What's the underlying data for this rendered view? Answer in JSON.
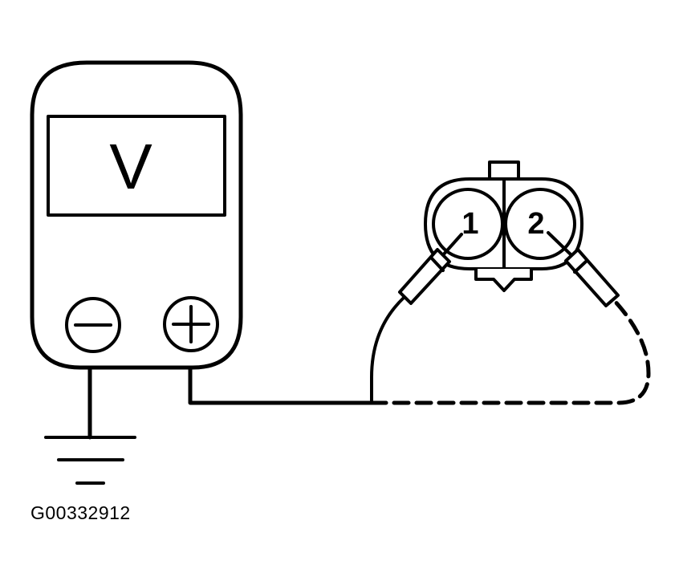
{
  "meter": {
    "display_symbol": "V"
  },
  "connector": {
    "pins": [
      {
        "number": "1"
      },
      {
        "number": "2"
      }
    ]
  },
  "figure_code": "G00332912",
  "colors": {
    "ink": "#000000",
    "background": "#ffffff"
  },
  "icons": {
    "negative_terminal": "minus-circle-icon",
    "positive_terminal": "plus-circle-icon",
    "ground": "ground-symbol-icon"
  }
}
